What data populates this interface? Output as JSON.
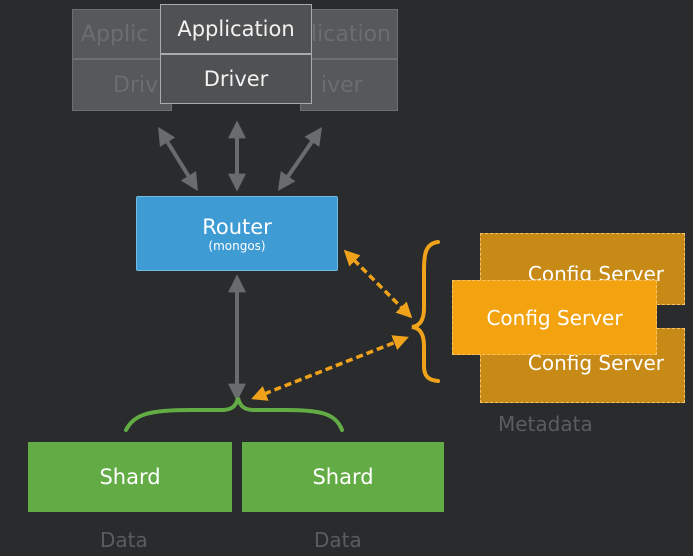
{
  "app_stack": {
    "application_label": "Application",
    "driver_label": "Driver",
    "ghost_left_top": "Applic",
    "ghost_left_bottom": "Driv",
    "ghost_right_top": "pplication",
    "ghost_right_bottom": "iver"
  },
  "router": {
    "title": "Router",
    "subtitle": "(mongos)"
  },
  "config_servers": [
    "Config Server",
    "Config Server",
    "Config Server"
  ],
  "metadata_label": "Metadata",
  "shards": [
    {
      "label": "Shard",
      "caption": "Data"
    },
    {
      "label": "Shard",
      "caption": "Data"
    }
  ],
  "colors": {
    "background": "#2a2b2c",
    "router": "#3e9bd4",
    "config_front": "#f2a30f",
    "config_back": "#c88a16",
    "shard": "#63ac45",
    "arrow_gray": "#6a6b6d",
    "arrow_orange": "#f0a31a",
    "brace_green": "#63ac45"
  }
}
